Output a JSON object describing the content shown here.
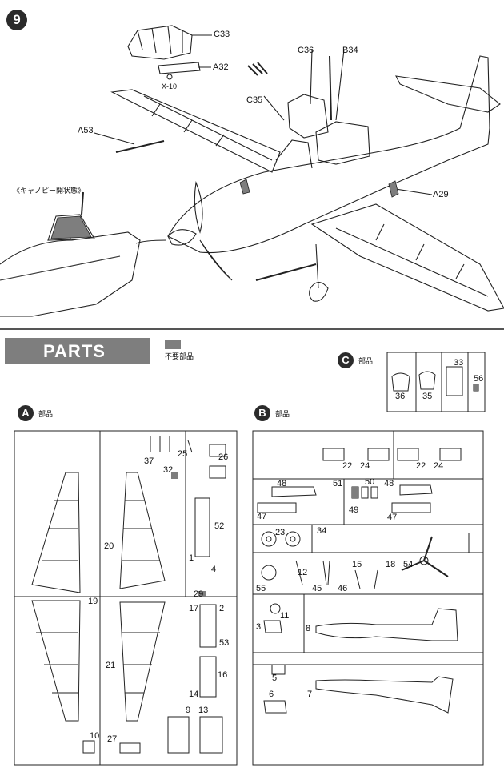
{
  "step": {
    "number": "9",
    "canopy_note": "《キャノピー開状態》",
    "callouts": [
      "C33",
      "A32",
      "X-10",
      "C36",
      "B34",
      "C35",
      "A53",
      "A29"
    ]
  },
  "parts": {
    "banner": "PARTS",
    "legend_text": "不要部品",
    "sections": {
      "A": {
        "letter": "A",
        "suffix": "部品",
        "numbers": [
          "37",
          "25",
          "26",
          "32",
          "52",
          "1",
          "4",
          "20",
          "19",
          "29",
          "17",
          "2",
          "53",
          "21",
          "16",
          "14",
          "9",
          "13",
          "10",
          "27"
        ]
      },
      "B": {
        "letter": "B",
        "suffix": "部品",
        "numbers": [
          "22",
          "24",
          "22",
          "24",
          "48",
          "51",
          "50",
          "48",
          "47",
          "49",
          "47",
          "23",
          "34",
          "15",
          "18",
          "12",
          "54",
          "55",
          "45",
          "46",
          "11",
          "3",
          "8",
          "5",
          "6",
          "7"
        ]
      },
      "C": {
        "letter": "C",
        "suffix": "部品",
        "numbers": [
          "33",
          "36",
          "35",
          "56"
        ]
      }
    }
  }
}
